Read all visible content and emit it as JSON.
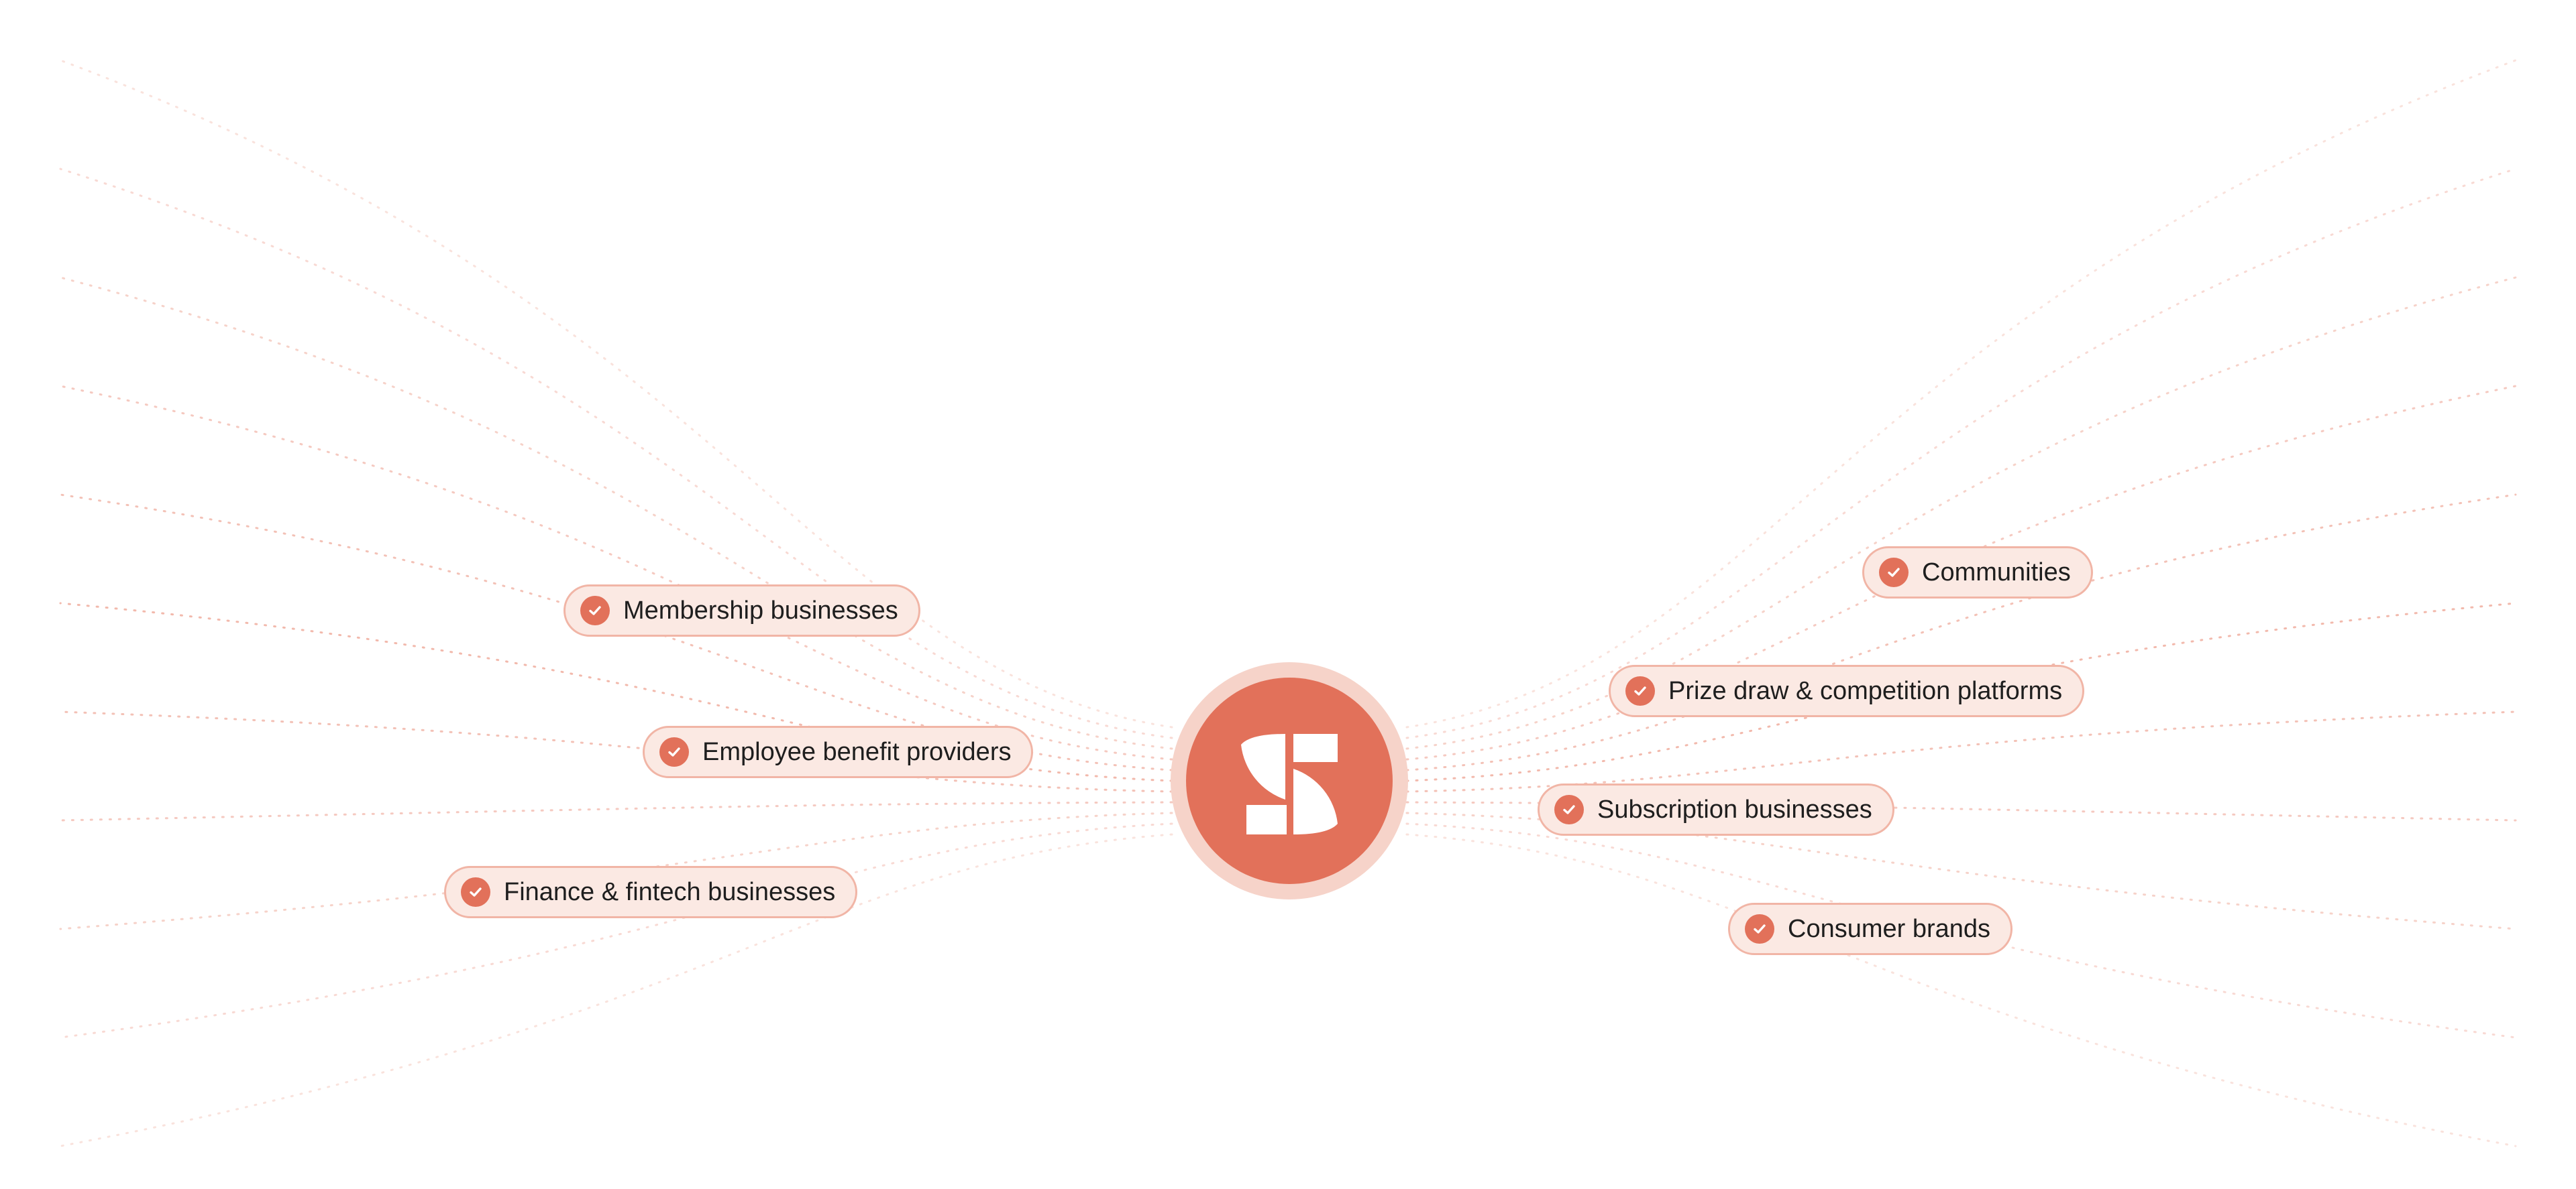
{
  "diagram": {
    "accent_color": "#e2715a",
    "pill_background": "#fbe9e3",
    "pill_border": "#f1b5a6",
    "hub_ring_color": "#f6d3c9",
    "line_color": "#e98a75",
    "hub_icon": "s-logo-icon",
    "check_icon": "check-circle-icon",
    "items": [
      {
        "label": "Membership businesses",
        "side": "left"
      },
      {
        "label": "Employee benefit providers",
        "side": "left"
      },
      {
        "label": "Finance & fintech businesses",
        "side": "left"
      },
      {
        "label": "Communities",
        "side": "right"
      },
      {
        "label": "Prize draw & competition platforms",
        "side": "right"
      },
      {
        "label": "Subscription businesses",
        "side": "right"
      },
      {
        "label": "Consumer brands",
        "side": "right"
      }
    ]
  }
}
